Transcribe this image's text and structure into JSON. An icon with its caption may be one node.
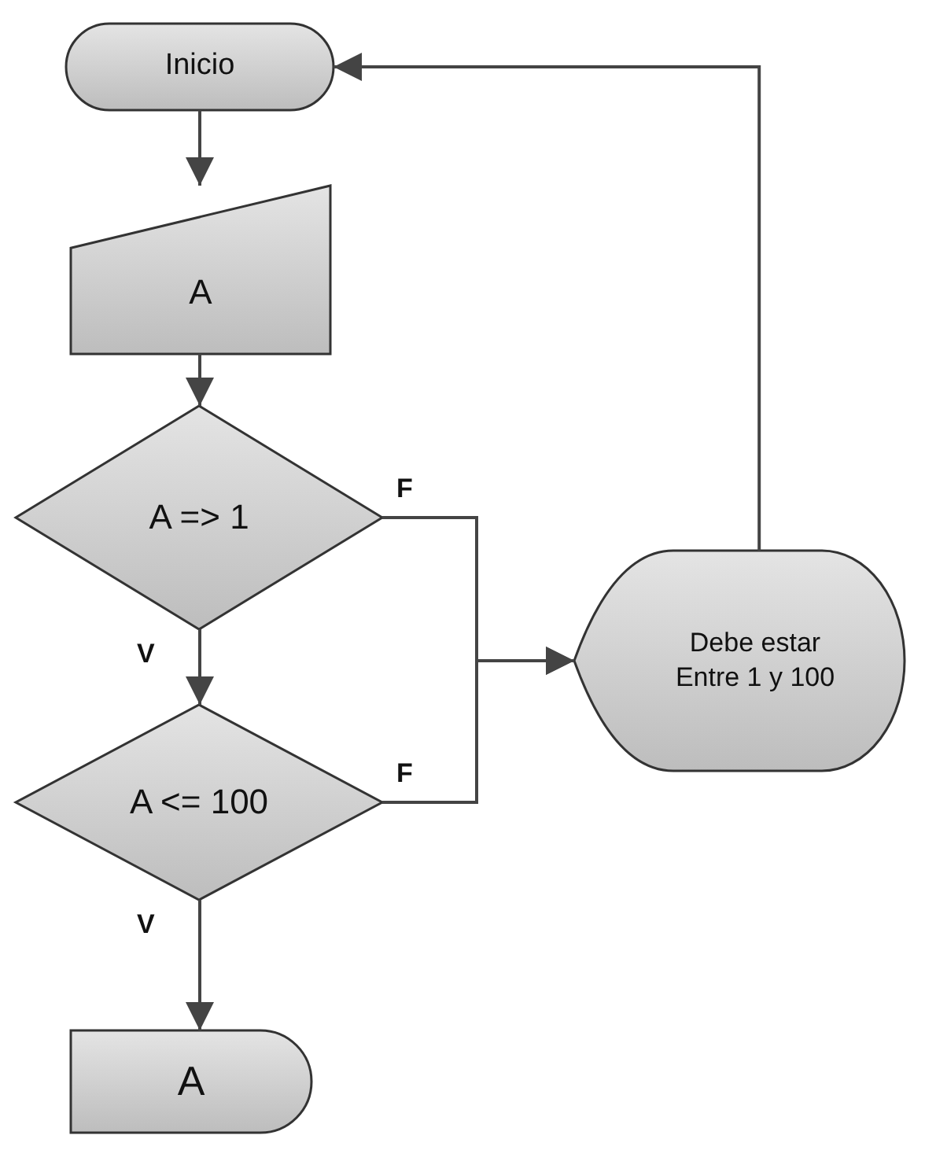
{
  "diagram": {
    "nodes": [
      {
        "text": [
          "Inicio"
        ]
      },
      {
        "text": [
          "A"
        ]
      },
      {
        "text": [
          "A => 1"
        ]
      },
      {
        "text": [
          "A <= 100"
        ]
      },
      {
        "text": [
          "Debe estar Entre 1 y 100"
        ]
      },
      {
        "text": [
          "A"
        ]
      }
    ],
    "edges": [
      {
        "from": 0,
        "to": 1,
        "arrow": "to"
      },
      {
        "from": 1,
        "to": 2,
        "arrow": "to"
      },
      {
        "from": 2,
        "to": 3,
        "arrow": "to",
        "label": "V"
      },
      {
        "from": 3,
        "to": 5,
        "arrow": "to",
        "label": "V"
      },
      {
        "from": 2,
        "to": 4,
        "arrow": "to",
        "label": "F"
      },
      {
        "from": 3,
        "to": 4,
        "arrow": "to",
        "label": "F"
      },
      {
        "from": 4,
        "to": 0,
        "arrow": "to"
      }
    ]
  }
}
